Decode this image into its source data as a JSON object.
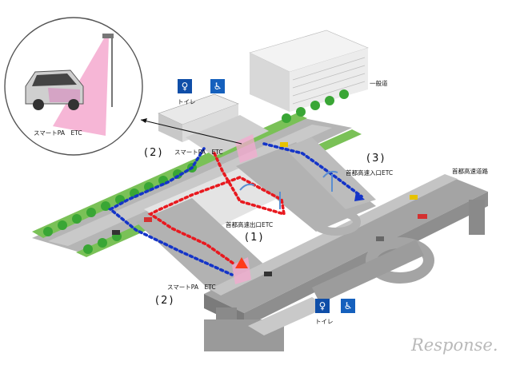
{
  "labels": {
    "callout_etc": "スマートPA　ETC",
    "top_etc": "スマートPA　ETC",
    "bottom_etc": "スマートPA　ETC",
    "exit_etc": "首都高速出口ETC",
    "entry_etc": "首都高速入口ETC",
    "general_road": "一般道",
    "expressway": "首都高速道路",
    "toilet_top": "トイレ",
    "toilet_bottom": "トイレ",
    "route_2_top": "(2)",
    "route_2_bottom": "(2)",
    "route_1": "(1)",
    "route_3": "(3)",
    "watermark": "Response."
  },
  "colors": {
    "route_red": "#e8191f",
    "route_blue": "#1434c8",
    "accessible_blue": "#1560bd",
    "toilet_blue": "#0f4ea8",
    "road_gray": "#a9a9a9",
    "tree_green": "#39a635",
    "etc_sensor_pink": "#f4a9cf"
  },
  "icons": {
    "toilet": "toilet-icon",
    "accessible": "wheelchair-icon"
  }
}
